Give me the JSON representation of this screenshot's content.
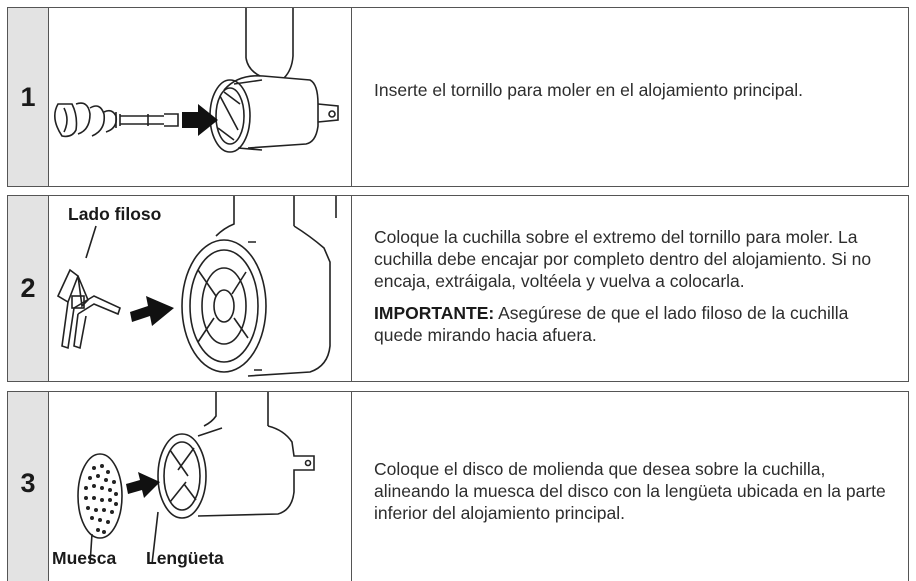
{
  "steps": [
    {
      "number": "1",
      "text": "Inserte el tornillo para moler en el alojamiento principal."
    },
    {
      "number": "2",
      "label_sharp": "Lado filoso",
      "text": "Coloque la cuchilla sobre el extremo del tornillo para moler. La cuchilla debe encajar por completo dentro del alojamiento. Si no encaja, extráigala, voltéela y vuelva a colocarla.",
      "important_label": "IMPORTANTE:",
      "important_text": " Asegúrese de que el lado filoso de la cuchilla quede mirando hacia afuera."
    },
    {
      "number": "3",
      "label_notch": "Muesca",
      "label_tab": "Lengüeta",
      "text": "Coloque el disco de molienda que desea sobre la cuchilla, alineando la muesca del disco con la lengüeta ubicada en la parte inferior del alojamiento principal."
    }
  ]
}
